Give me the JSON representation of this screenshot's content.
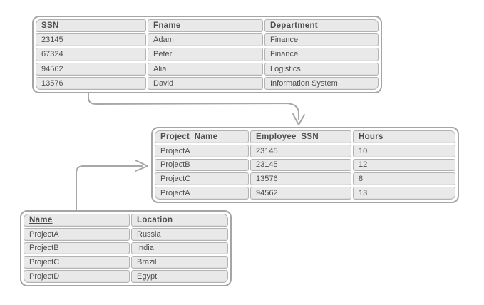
{
  "diagram": {
    "colors": {
      "background": "#ffffff",
      "cell_fill": "#e9e9e9",
      "cell_border": "#b3b3b3",
      "outline_border": "#a5a5a5",
      "text": "#4e4e4e",
      "connector": "#a8a8a8"
    },
    "tables": {
      "table_top": {
        "columns": [
          {
            "label": "SSN",
            "key": true
          },
          {
            "label": "Fname",
            "key": false
          },
          {
            "label": "Department",
            "key": false
          }
        ],
        "rows": [
          [
            "23145",
            "Adam",
            "Finance"
          ],
          [
            "67324",
            "Peter",
            "Finance"
          ],
          [
            "94562",
            "Alia",
            "Logistics"
          ],
          [
            "13576",
            "David",
            "Information System"
          ]
        ]
      },
      "table_middle": {
        "columns": [
          {
            "label": "Project_Name",
            "key": true
          },
          {
            "label": "Employee_SSN",
            "key": true
          },
          {
            "label": "Hours",
            "key": false
          }
        ],
        "rows": [
          [
            "ProjectA",
            "23145",
            "10"
          ],
          [
            "ProjectB",
            "23145",
            "12"
          ],
          [
            "ProjectC",
            "13576",
            "8"
          ],
          [
            "ProjectA",
            "94562",
            "13"
          ]
        ]
      },
      "table_bottom": {
        "columns": [
          {
            "label": "Name",
            "key": true
          },
          {
            "label": "Location",
            "key": false
          }
        ],
        "rows": [
          [
            "ProjectA",
            "Russia"
          ],
          [
            "ProjectB",
            "India"
          ],
          [
            "ProjectC",
            "Brazil"
          ],
          [
            "ProjectD",
            "Egypt"
          ]
        ]
      }
    },
    "connectors": [
      {
        "name": "ssn-to-employee-ssn-arrow",
        "from_column": "SSN",
        "to_column": "Employee_SSN",
        "direction": "down"
      },
      {
        "name": "name-to-project-name-arrow",
        "from_column": "Name",
        "to_column": "Project_Name",
        "direction": "right"
      }
    ]
  }
}
